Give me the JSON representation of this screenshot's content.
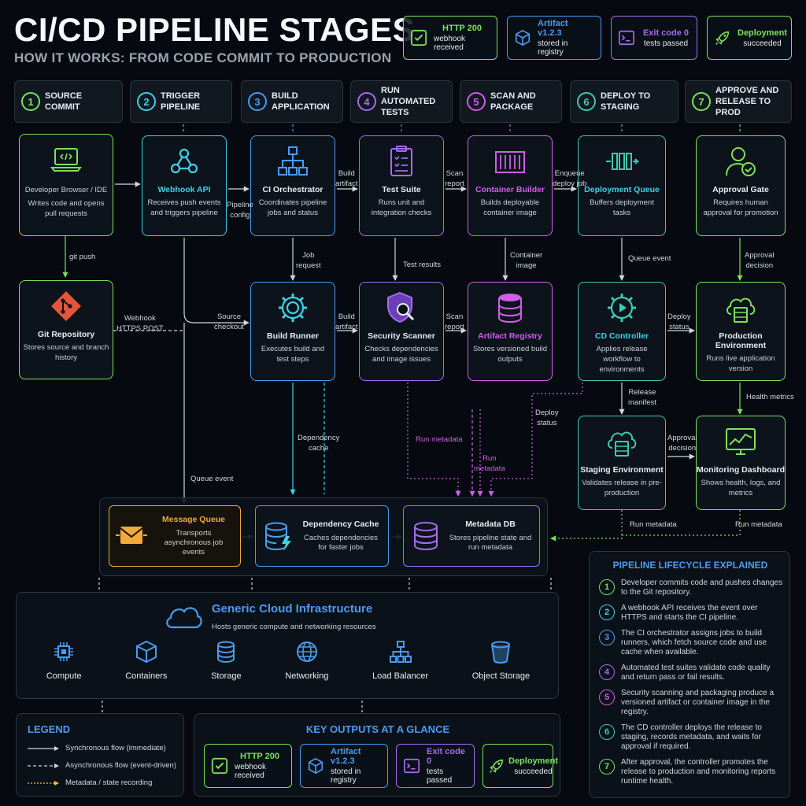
{
  "header": {
    "title": "CI/CD PIPELINE STAGES",
    "subtitle": "HOW IT WORKS: FROM CODE COMMIT TO PRODUCTION"
  },
  "colors": {
    "green": "#7ee05a",
    "cyan": "#3fd0e8",
    "blue": "#4a9bf0",
    "purple": "#a56cf0",
    "magenta": "#d05ee8",
    "teal": "#3ec9b0",
    "orange": "#f0a93a",
    "bg": "#060a10"
  },
  "top_badges": [
    {
      "line1": "HTTP 200",
      "line2": "webhook received",
      "icon": "check-icon",
      "color": "#7ee05a"
    },
    {
      "line1": "Artifact v1.2.3",
      "line2": "stored in registry",
      "icon": "cube-icon",
      "color": "#4a9bf0"
    },
    {
      "line1": "Exit code 0",
      "line2": "tests passed",
      "icon": "terminal-icon",
      "color": "#a56cf0"
    },
    {
      "line1": "Deployment",
      "line2": "succeeded",
      "icon": "rocket-icon",
      "color": "#7ee05a"
    }
  ],
  "stages": [
    {
      "num": "1",
      "label": "SOURCE COMMIT",
      "color": "#7ee05a"
    },
    {
      "num": "2",
      "label": "TRIGGER PIPELINE",
      "color": "#3fd0e8"
    },
    {
      "num": "3",
      "label": "BUILD APPLICATION",
      "color": "#4a9bf0"
    },
    {
      "num": "4",
      "label": "RUN AUTOMATED TESTS",
      "color": "#a56cf0"
    },
    {
      "num": "5",
      "label": "SCAN AND PACKAGE",
      "color": "#d05ee8"
    },
    {
      "num": "6",
      "label": "DEPLOY TO STAGING",
      "color": "#3ec9b0"
    },
    {
      "num": "7",
      "label": "APPROVE AND RELEASE TO PROD",
      "color": "#7ee05a"
    }
  ],
  "nodes": {
    "dev_browser": {
      "title": "",
      "desc": "Developer Browser / IDE",
      "desc2": "Writes code and opens pull requests"
    },
    "webhook_api": {
      "title": "Webhook API",
      "desc": "Receives push events and triggers pipeline"
    },
    "ci_orchestrator": {
      "title": "CI Orchestrator",
      "desc": "Coordinates pipeline jobs and status"
    },
    "test_suite": {
      "title": "Test Suite",
      "desc": "Runs unit and integration checks"
    },
    "container_builder": {
      "title": "Container Builder",
      "desc": "Builds deployable container image"
    },
    "deployment_queue": {
      "title": "Deployment Queue",
      "desc": "Buffers deployment tasks"
    },
    "approval_gate": {
      "title": "Approval Gate",
      "desc": "Requires human approval for promotion"
    },
    "git_repo": {
      "title": "Git Repository",
      "desc": "Stores source and branch history"
    },
    "build_runner": {
      "title": "Build Runner",
      "desc": "Executes build and test steps"
    },
    "security_scanner": {
      "title": "Security Scanner",
      "desc": "Checks dependencies and image issues"
    },
    "artifact_registry": {
      "title": "Artifact Registry",
      "desc": "Stores versioned build outputs"
    },
    "cd_controller": {
      "title": "CD Controller",
      "desc": "Applies release workflow to environments"
    },
    "prod_env": {
      "title": "Production Environment",
      "desc": "Runs live application version"
    },
    "staging_env": {
      "title": "Staging Environment",
      "desc": "Validates release in pre-production"
    },
    "monitoring": {
      "title": "Monitoring Dashboard",
      "desc": "Shows health, logs, and metrics"
    },
    "message_queue": {
      "title": "Message Queue",
      "desc": "Transports asynchronous job events"
    },
    "dependency_cache": {
      "title": "Dependency Cache",
      "desc": "Caches dependencies for faster jobs"
    },
    "metadata_db": {
      "title": "Metadata DB",
      "desc": "Stores pipeline state and run metadata"
    }
  },
  "edge_labels": {
    "git_push": "git push",
    "webhook_https": "Webhook\nHTTPS POST",
    "pipeline_config": "Pipeline\nconfig",
    "build_artifact_1": "Build\nartifact",
    "scan_report_1": "Scan\nreport",
    "enqueue_deploy": "Enqueue\ndeploy job",
    "job_request": "Job\nrequest",
    "test_results": "Test results",
    "container_image": "Container\nimage",
    "queue_event_1": "Queue event",
    "approval_decision_1": "Approval\ndecision",
    "source_checkout": "Source\ncheckout",
    "build_artifact_2": "Build\nartifact",
    "scan_report_2": "Scan\nreport",
    "deploy_status_1": "Deploy\nstatus",
    "dependency_cache": "Dependency\ncache",
    "run_metadata_1": "Run metadata",
    "run_metadata_2": "Run\nmetadata",
    "deploy_status_2": "Deploy\nstatus",
    "release_manifest": "Release\nmanifest",
    "health_metrics": "Health metrics",
    "approval_decision_2": "Approval\ndecision",
    "queue_event_2": "Queue event",
    "run_metadata_3": "Run metadata",
    "run_metadata_4": "Run metadata"
  },
  "infrastructure": {
    "title": "Generic Cloud Infrastructure",
    "subtitle": "Hosts generic compute and networking resources",
    "items": [
      {
        "label": "Compute",
        "icon": "cpu-icon"
      },
      {
        "label": "Containers",
        "icon": "container-icon"
      },
      {
        "label": "Storage",
        "icon": "database-icon"
      },
      {
        "label": "Networking",
        "icon": "globe-icon"
      },
      {
        "label": "Load Balancer",
        "icon": "load-balancer-icon"
      },
      {
        "label": "Object Storage",
        "icon": "bucket-icon"
      }
    ]
  },
  "legend": {
    "title": "LEGEND",
    "items": [
      {
        "label": "Synchronous flow (immediate)",
        "style": "solid"
      },
      {
        "label": "Asynchronous flow (event-driven)",
        "style": "dashed"
      },
      {
        "label": "Metadata / state recording",
        "style": "dotted"
      }
    ]
  },
  "key_outputs": {
    "title": "KEY OUTPUTS AT A GLANCE",
    "items": [
      {
        "line1": "HTTP 200",
        "line2": "webhook received",
        "icon": "check-icon",
        "color": "#7ee05a"
      },
      {
        "line1": "Artifact v1.2.3",
        "line2": "stored in registry",
        "icon": "cube-icon",
        "color": "#4a9bf0"
      },
      {
        "line1": "Exit code 0",
        "line2": "tests passed",
        "icon": "terminal-icon",
        "color": "#a56cf0"
      },
      {
        "line1": "Deployment",
        "line2": "succeeded",
        "icon": "rocket-icon",
        "color": "#7ee05a"
      }
    ]
  },
  "lifecycle": {
    "title": "PIPELINE LIFECYCLE EXPLAINED",
    "items": [
      {
        "num": "1",
        "text": "Developer commits code and pushes changes to the Git repository.",
        "color": "#7ee05a"
      },
      {
        "num": "2",
        "text": "A webhook API receives the event over HTTPS and starts the CI pipeline.",
        "color": "#3fd0e8"
      },
      {
        "num": "3",
        "text": "The CI orchestrator assigns jobs to build runners, which fetch source code and use cache when available.",
        "color": "#4a9bf0"
      },
      {
        "num": "4",
        "text": "Automated test suites validate code quality and return pass or fail results.",
        "color": "#a56cf0"
      },
      {
        "num": "5",
        "text": "Security scanning and packaging produce a versioned artifact or container image in the registry.",
        "color": "#d05ee8"
      },
      {
        "num": "6",
        "text": "The CD controller deploys the release to staging, records metadata, and waits for approval if required.",
        "color": "#3ec9b0"
      },
      {
        "num": "7",
        "text": "After approval, the controller promotes the release to production and monitoring reports runtime health.",
        "color": "#7ee05a"
      }
    ]
  }
}
